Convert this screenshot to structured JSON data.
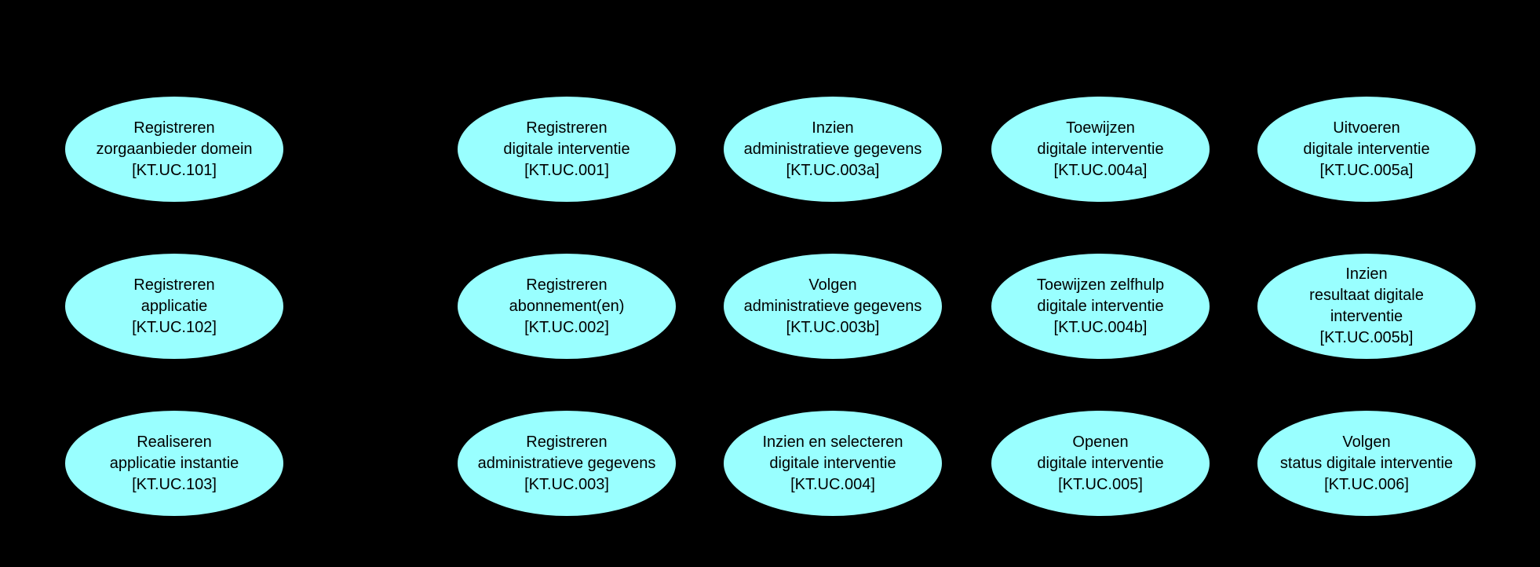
{
  "diagram": {
    "background_color": "#000000",
    "node_fill_color": "#99FFFF",
    "node_border_color": "#000000",
    "node_text_color": "#000000",
    "nodes": [
      {
        "id": "KT.UC.101",
        "label": "Registreren\nzorgaanbieder domein\n[KT.UC.101]",
        "row": 0,
        "col": 0
      },
      {
        "id": "KT.UC.001",
        "label": "Registreren\ndigitale interventie\n[KT.UC.001]",
        "row": 0,
        "col": 1
      },
      {
        "id": "KT.UC.003a",
        "label": "Inzien\nadministratieve gegevens\n[KT.UC.003a]",
        "row": 0,
        "col": 2
      },
      {
        "id": "KT.UC.004a",
        "label": "Toewijzen\ndigitale interventie\n[KT.UC.004a]",
        "row": 0,
        "col": 3
      },
      {
        "id": "KT.UC.005a",
        "label": "Uitvoeren\ndigitale interventie\n[KT.UC.005a]",
        "row": 0,
        "col": 4
      },
      {
        "id": "KT.UC.102",
        "label": "Registreren\napplicatie\n[KT.UC.102]",
        "row": 1,
        "col": 0
      },
      {
        "id": "KT.UC.002",
        "label": "Registreren\nabonnement(en)\n[KT.UC.002]",
        "row": 1,
        "col": 1
      },
      {
        "id": "KT.UC.003b",
        "label": "Volgen\nadministratieve gegevens\n[KT.UC.003b]",
        "row": 1,
        "col": 2
      },
      {
        "id": "KT.UC.004b",
        "label": "Toewijzen zelfhulp\ndigitale interventie\n[KT.UC.004b]",
        "row": 1,
        "col": 3
      },
      {
        "id": "KT.UC.005b",
        "label": "Inzien\nresultaat digitale\ninterventie\n[KT.UC.005b]",
        "row": 1,
        "col": 4
      },
      {
        "id": "KT.UC.103",
        "label": "Realiseren\napplicatie instantie\n[KT.UC.103]",
        "row": 2,
        "col": 0
      },
      {
        "id": "KT.UC.003",
        "label": "Registreren\nadministratieve gegevens\n[KT.UC.003]",
        "row": 2,
        "col": 1
      },
      {
        "id": "KT.UC.004",
        "label": "Inzien en selecteren\ndigitale interventie\n[KT.UC.004]",
        "row": 2,
        "col": 2
      },
      {
        "id": "KT.UC.005",
        "label": "Openen\ndigitale interventie\n[KT.UC.005]",
        "row": 2,
        "col": 3
      },
      {
        "id": "KT.UC.006",
        "label": "Volgen\nstatus digitale interventie\n[KT.UC.006]",
        "row": 2,
        "col": 4
      }
    ]
  }
}
